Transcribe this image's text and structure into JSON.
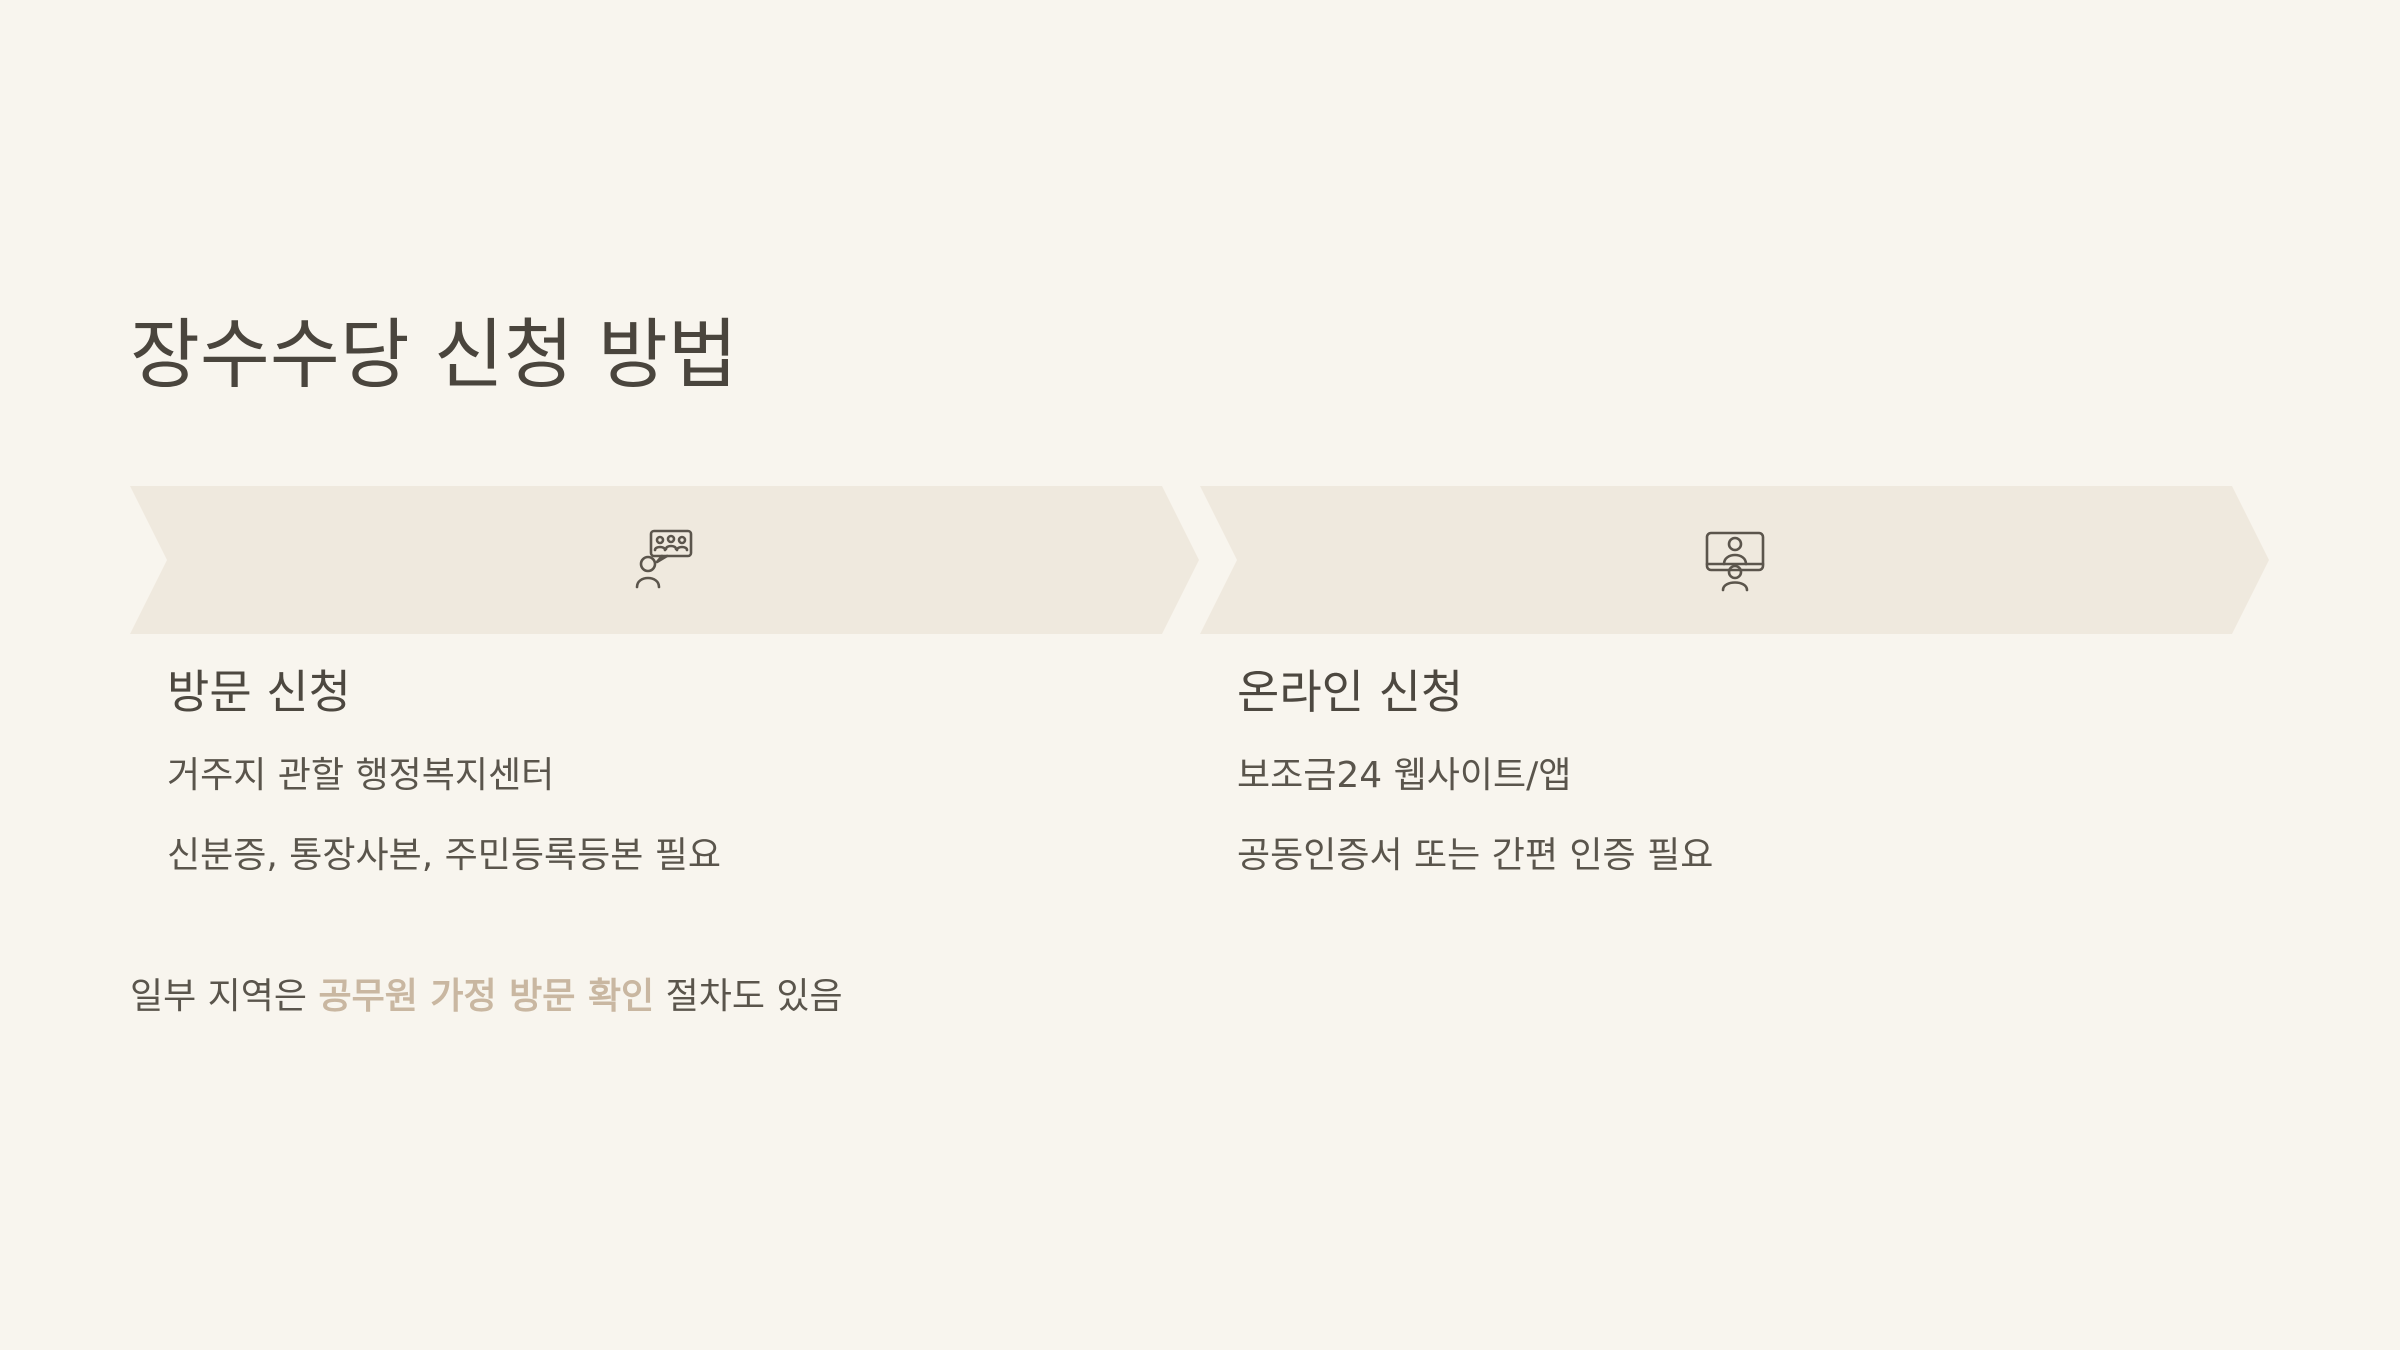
{
  "page": {
    "title": "장수수당 신청 방법"
  },
  "steps": [
    {
      "icon": "group-chat-person-icon",
      "title": "방문 신청",
      "lines": [
        "거주지 관할 행정복지센터",
        "신분증, 통장사본, 주민등록등본 필요"
      ]
    },
    {
      "icon": "video-call-person-icon",
      "title": "온라인 신청",
      "lines": [
        "보조금24 웹사이트/앱",
        "공동인증서 또는 간편 인증 필요"
      ]
    }
  ],
  "note": {
    "prefix": "일부 지역은 ",
    "highlight": "공무원 가정 방문 확인",
    "suffix": " 절차도 있음"
  },
  "colors": {
    "background": "#f8f5ee",
    "chevron": "#efe9de",
    "text": "#4b463e",
    "accent": "#c9b7a1"
  }
}
